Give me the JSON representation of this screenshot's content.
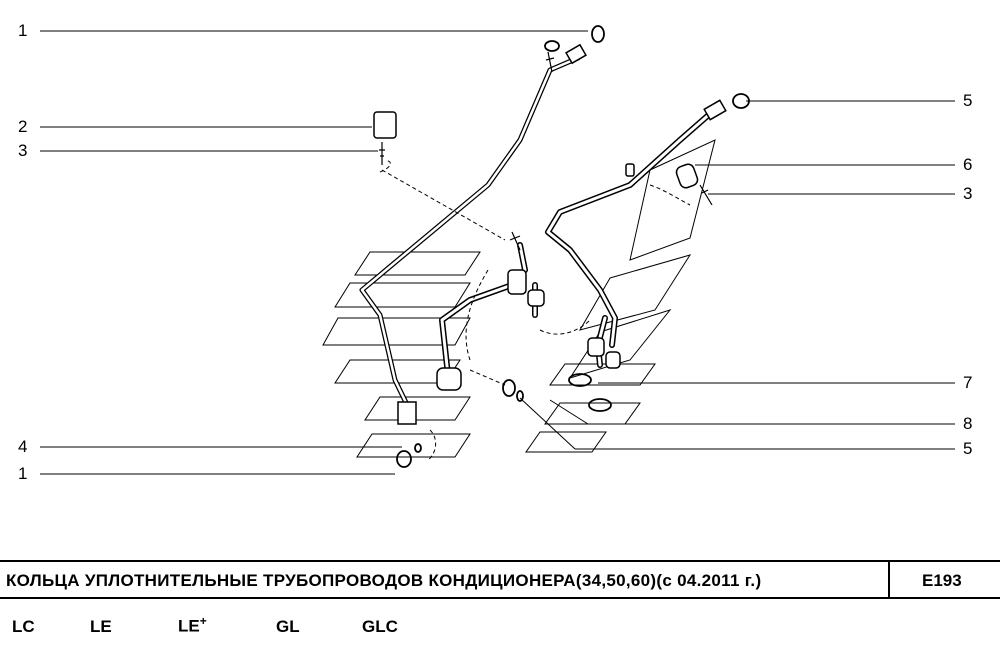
{
  "diagram": {
    "callouts": {
      "left": [
        "1",
        "2",
        "3",
        "4",
        "1"
      ],
      "right": [
        "5",
        "6",
        "3",
        "7",
        "8",
        "5"
      ]
    }
  },
  "title_bar": {
    "title": "КОЛЬЦА УПЛОТНИТЕЛЬНЫЕ ТРУБОПРОВОДОВ КОНДИЦИОНЕРА(34,50,60)(с 04.2011 г.)",
    "code": "E193"
  },
  "variants": [
    "LC",
    "LE",
    "LE",
    "GL",
    "GLC"
  ],
  "variant_plus": "+"
}
